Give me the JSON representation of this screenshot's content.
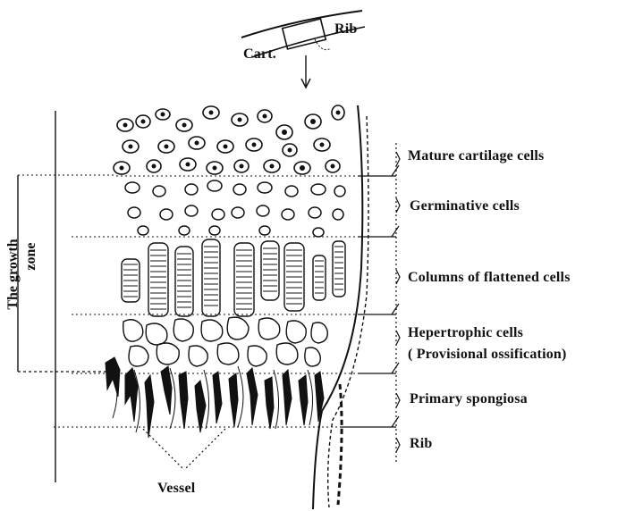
{
  "figure": {
    "inset": {
      "cart_label": "Cart.",
      "rib_label": "Rib"
    },
    "zones": [
      {
        "id": "mature",
        "label": "Mature cartilage cells"
      },
      {
        "id": "germinative",
        "label": "Germinative cells"
      },
      {
        "id": "columns",
        "label": "Columns of flattened cells"
      },
      {
        "id": "hypertrophic",
        "label": "Hepertrophic cells"
      },
      {
        "id": "provisional",
        "label": "( Provisional ossification)"
      },
      {
        "id": "spongiosa",
        "label": "Primary spongiosa"
      },
      {
        "id": "rib",
        "label": "Rib"
      }
    ],
    "growth_zone_label": {
      "line1": "The growth",
      "line2": "zone"
    },
    "vessel_label": "Vessel"
  }
}
